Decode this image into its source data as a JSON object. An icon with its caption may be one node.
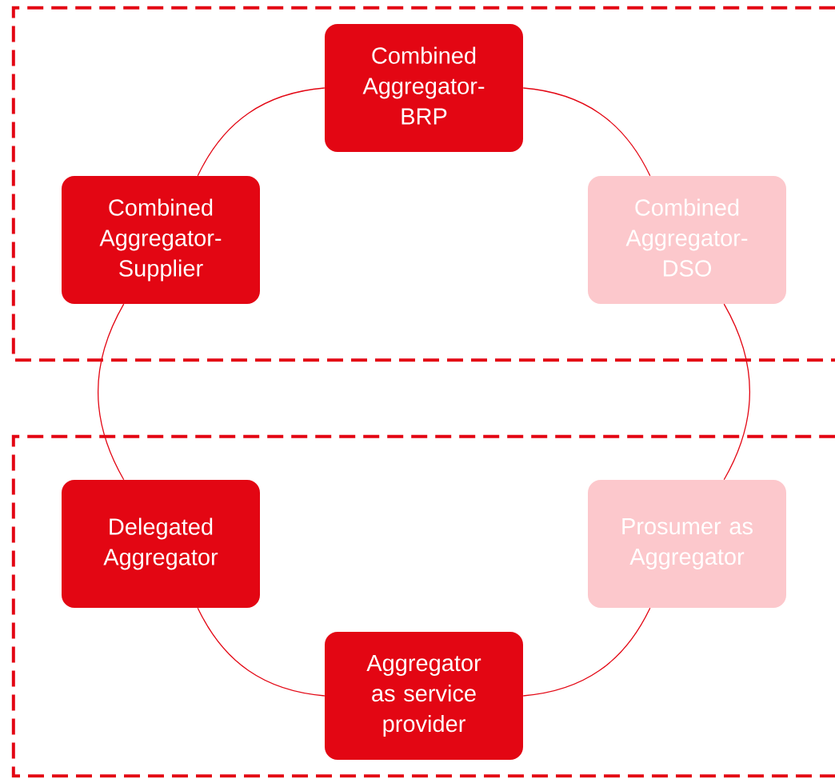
{
  "diagram": {
    "nodes": [
      {
        "text": [],
        "shape": "box"
      },
      {
        "text": [
          "Combined Aggregator-BRP"
        ],
        "in": 0
      },
      {
        "text": [
          "Combined Aggregator-Supplier"
        ],
        "in": 0
      },
      {
        "text": [
          "Combined Aggregator-DSO"
        ],
        "in": 0
      },
      {
        "text": [],
        "shape": "box"
      },
      {
        "text": [
          "Delegated Aggregator"
        ],
        "in": 4
      },
      {
        "text": [
          "Prosumer as Aggregator"
        ],
        "in": 4
      },
      {
        "text": [
          "Aggregator as service provider"
        ],
        "in": 4
      }
    ],
    "edges": [
      {
        "from": 1,
        "to": 3,
        "arrow": "none"
      },
      {
        "from": 3,
        "to": 6,
        "arrow": "none"
      },
      {
        "from": 6,
        "to": 7,
        "arrow": "none"
      },
      {
        "from": 7,
        "to": 5,
        "arrow": "none"
      },
      {
        "from": 5,
        "to": 2,
        "arrow": "none"
      },
      {
        "from": 2,
        "to": 1,
        "arrow": "none"
      }
    ]
  }
}
